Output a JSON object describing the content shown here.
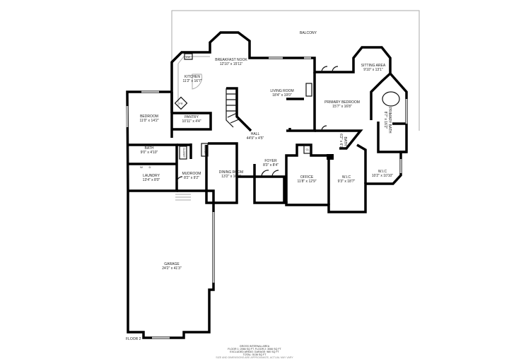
{
  "floor_label": "FLOOR 2",
  "rooms": [
    {
      "name": "BALCONY",
      "size": ""
    },
    {
      "name": "BREAKFAST NOOK",
      "size": "12'10\" x 15'11\""
    },
    {
      "name": "KITCHEN",
      "size": "11'2\" x 16'7\""
    },
    {
      "name": "LIVING ROOM",
      "size": "18'4\" x 19'0\""
    },
    {
      "name": "SITTING AREA",
      "size": "9'10\" x 13'1\""
    },
    {
      "name": "PRIMARY BEDROOM",
      "size": "15'7\" x 16'8\""
    },
    {
      "name": "PRIMARY BATH",
      "size": "8'7\" x 16'2\""
    },
    {
      "name": "BEDROOM",
      "size": "11'0\" x 14'2\""
    },
    {
      "name": "PANTRY",
      "size": "10'11\" x 4'4\""
    },
    {
      "name": "HALL",
      "size": "44'9\" x 4'5\""
    },
    {
      "name": "BATH",
      "size": "9'0\" x 4'10\""
    },
    {
      "name": "LAUNDRY",
      "size": "13'4\" x 8'0\""
    },
    {
      "name": "MUDROOM",
      "size": "8'2\" x 9'2\""
    },
    {
      "name": "DINING ROOM",
      "size": "13'2\" x 16'3\""
    },
    {
      "name": "FOYER",
      "size": "8'3\" x 8'4\""
    },
    {
      "name": "OFFICE",
      "size": "11'8\" x 12'9\""
    },
    {
      "name": "W.I.C",
      "size": "9'3\" x 18'7\""
    },
    {
      "name": "W.I.C",
      "size": "10'2\" x 10'10\""
    },
    {
      "name": "BATH",
      "size": "6'2\" x 6'7\""
    },
    {
      "name": "GARAGE",
      "size": "24'2\" x 41'3\""
    }
  ],
  "fixtures": {
    "dw": "DW",
    "fr": "FR",
    "cl": "CL",
    "closet": "CLOSET",
    "washer": "W",
    "dryer": "D"
  },
  "footer": {
    "line1": "GROSS INTERNAL AREA",
    "line2": "FLOOR 1: 2066 SQ FT, FLOOR 2: 3066 SQ FT",
    "line3": "EXCLUDED AREAS: GARAGE: 980 SQ FT",
    "line4": "TOTAL: 5136 SQ FT",
    "line5": "SIZE AND DIMENSIONS ARE APPROXIMATE, ACTUAL MAY VARY"
  }
}
